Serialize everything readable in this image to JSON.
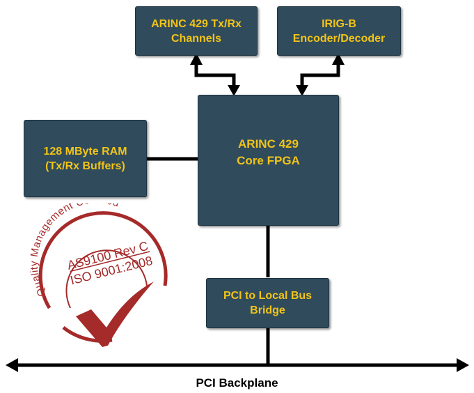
{
  "colors": {
    "box_fill": "#2f4b5c",
    "box_text": "#f2c417",
    "wire": "#000000",
    "seal": "#a52a2a"
  },
  "blocks": {
    "arinc_channels": {
      "lines": [
        "ARINC 429 Tx/Rx",
        "Channels"
      ]
    },
    "irig_b": {
      "lines": [
        "IRIG-B",
        "Encoder/Decoder"
      ]
    },
    "ram": {
      "lines": [
        "128 MByte RAM",
        "(Tx/Rx Buffers)"
      ]
    },
    "fpga": {
      "lines": [
        "ARINC 429",
        "Core FPGA"
      ]
    },
    "pci_bridge": {
      "lines": [
        "PCI to Local Bus",
        "Bridge"
      ]
    }
  },
  "backplane": {
    "label": "PCI Backplane"
  },
  "seal": {
    "arc_text": "Quality Management Certified",
    "line1": "AS9100 Rev C",
    "line2": "ISO 9001:2008",
    "icon": "checkmark-icon"
  }
}
